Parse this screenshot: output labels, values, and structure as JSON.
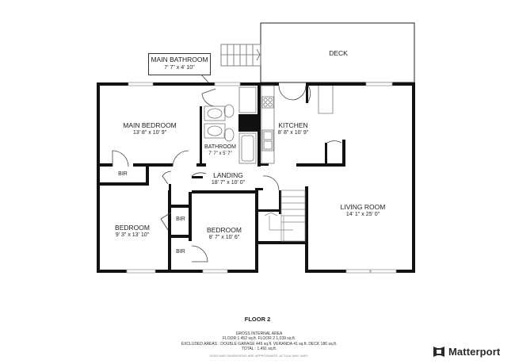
{
  "floor_title": "FLOOR 2",
  "callout": {
    "name": "MAIN BATHROOM",
    "dim": "7' 7\" x 4' 10\""
  },
  "rooms": {
    "deck": {
      "name": "DECK"
    },
    "main_bedroom": {
      "name": "MAIN BEDROOM",
      "dim": "13' 8\" x 10' 9\""
    },
    "kitchen": {
      "name": "KITCHEN",
      "dim": "8' 8\" x 10' 9\""
    },
    "bathroom": {
      "name": "BATHROOM",
      "dim": "7' 7\" x 5' 7\""
    },
    "landing": {
      "name": "LANDING",
      "dim": "18' 7\" x 10' 0\""
    },
    "living_room": {
      "name": "LIVING ROOM",
      "dim": "14' 1\" x 25' 0\""
    },
    "bedroom_1": {
      "name": "BEDROOM",
      "dim": "9' 3\" x 13' 10\""
    },
    "bedroom_2": {
      "name": "BEDROOM",
      "dim": "8' 7\" x 10' 6\""
    },
    "bir_1": {
      "name": "BIR"
    },
    "bir_2": {
      "name": "BIR"
    },
    "bir_3": {
      "name": "BIR"
    }
  },
  "areas": {
    "heading": "GROSS INTERNAL AREA",
    "floors": "FLOOR 1 452 sq.ft.   FLOOR 2 1,039 sq.ft.",
    "excluded": "EXCLUDED AREAS :   DOUBLE GARAGE 449 sq.ft.   VERANDA 41 sq.ft.   DECK 186 sq.ft.",
    "total": "TOTAL :  1,491 sq.ft.",
    "disclaimer": "SIZES AND DIMENSIONS ARE APPROXIMATE, ACTUAL MAY VARY."
  },
  "brand": {
    "name": "Matterport",
    "icon": "matterport-logo-icon"
  },
  "colors": {
    "wall": "#111111",
    "window": "#bbbbbb",
    "fixture": "#888888"
  }
}
